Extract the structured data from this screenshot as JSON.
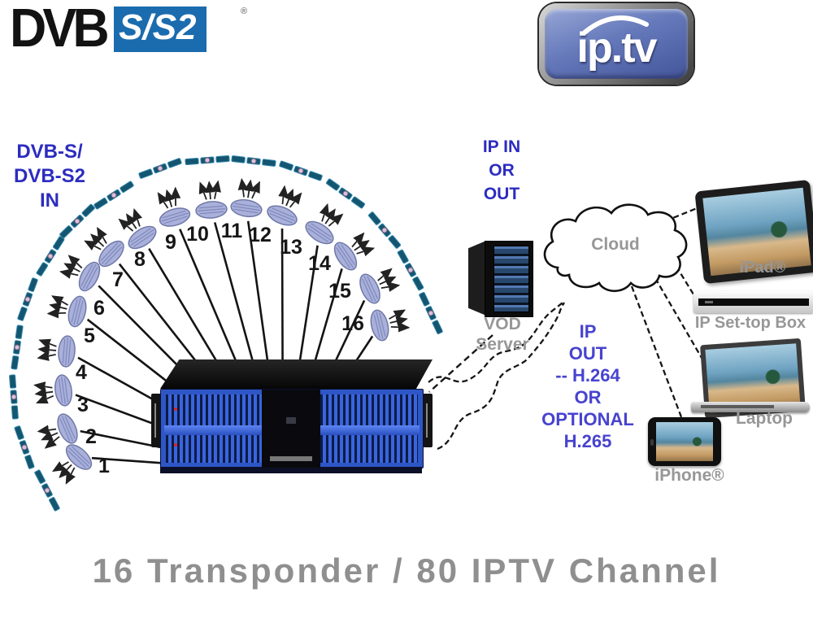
{
  "dvb_logo": {
    "black_text": "DVB",
    "blue_text": "S/S2",
    "registered_mark": "®"
  },
  "iptv_logo": {
    "text": "ip.tv"
  },
  "dvb_in_label": {
    "line1": "DVB-S/",
    "line2": "DVB-S2",
    "line3": "IN"
  },
  "ip_in_out_label": {
    "line1": "IP IN",
    "line2": "OR",
    "line3": "OUT"
  },
  "vod_label": {
    "line1": "VOD",
    "line2": "Server"
  },
  "cloud_label": "Cloud",
  "ip_out_label": {
    "line1": "IP",
    "line2": "OUT",
    "line3": "-- H.264",
    "line4": "OR",
    "line5": "OPTIONAL",
    "line6": "H.265"
  },
  "device_labels": {
    "ipad": "iPad®",
    "settop": "IP Set-top Box",
    "laptop": "Laptop",
    "iphone": "iPhone®"
  },
  "title": "16 Transponder / 80 IPTV Channel",
  "transponder_numbers": [
    "1",
    "2",
    "3",
    "4",
    "5",
    "6",
    "7",
    "8",
    "9",
    "10",
    "11",
    "12",
    "13",
    "14",
    "15",
    "16"
  ],
  "colors": {
    "dvb_blue": "#1a6cae",
    "label_blue": "#2c2cc0",
    "label_blue_light": "#4743cf",
    "muted_gray": "#979797"
  }
}
